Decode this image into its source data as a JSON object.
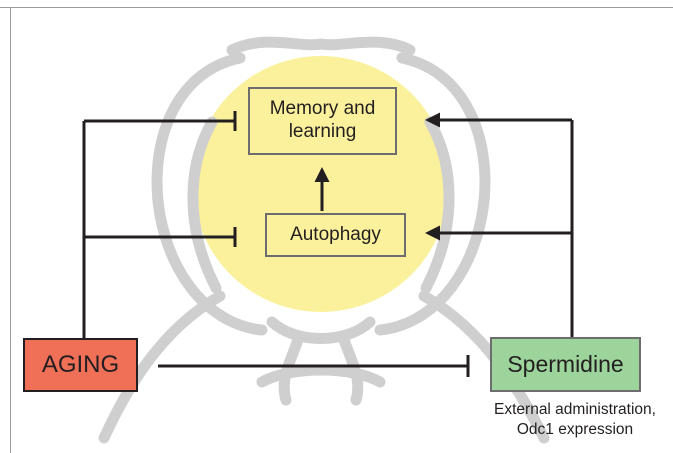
{
  "diagram": {
    "nodes": {
      "memory": {
        "label": "Memory and learning"
      },
      "autophagy": {
        "label": "Autophagy"
      },
      "aging": {
        "label": "AGING",
        "color": "#ef6f57"
      },
      "spermidine": {
        "label": "Spermidine",
        "color": "#9cd49b"
      }
    },
    "spermidine_note": {
      "line1": "External administration,",
      "line2": "Odc1 expression"
    },
    "background": {
      "circle_color": "#fbf19c",
      "outline_color": "#cfcfcf"
    },
    "edges": [
      {
        "from": "aging",
        "to": "memory",
        "type": "inhibition"
      },
      {
        "from": "aging",
        "to": "autophagy",
        "type": "inhibition"
      },
      {
        "from": "aging",
        "to": "spermidine",
        "type": "inhibition"
      },
      {
        "from": "autophagy",
        "to": "memory",
        "type": "activation"
      },
      {
        "from": "spermidine",
        "to": "memory",
        "type": "activation"
      },
      {
        "from": "spermidine",
        "to": "autophagy",
        "type": "activation"
      }
    ]
  }
}
